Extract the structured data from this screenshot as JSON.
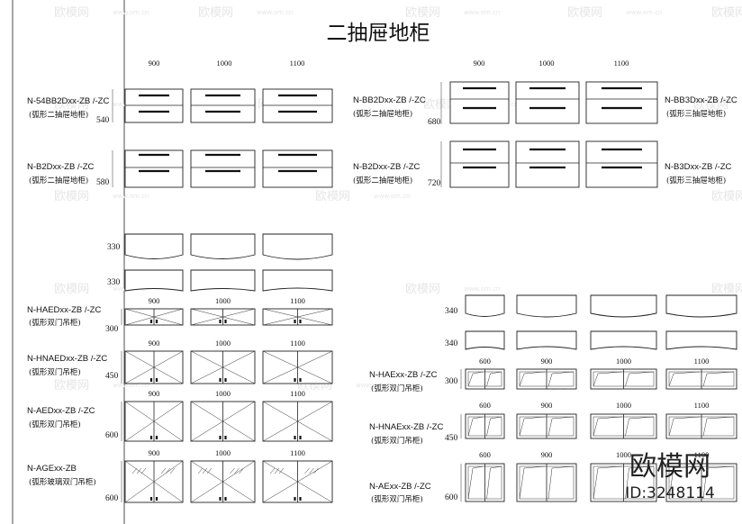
{
  "title": "二抽屉地柜",
  "widths3": [
    "900",
    "1000",
    "1100"
  ],
  "widths4": [
    "600",
    "900",
    "1000",
    "1100"
  ],
  "top_left_1": {
    "code": "N-54BB2Dxx-ZB  /-ZC",
    "desc": "(弧形二抽屉地柜)",
    "height": "540"
  },
  "top_left_2": {
    "code": "N-B2Dxx-ZB  /-ZC",
    "desc": "(弧形二抽屉地柜)",
    "height": "580"
  },
  "top_mid_1": {
    "code": "N-BB2Dxx-ZB  /-ZC",
    "desc": "(弧形二抽屉地柜)",
    "height": "680"
  },
  "top_mid_2": {
    "code": "N-B2Dxx-ZB  /-ZC",
    "desc": "(弧形二抽屉地柜)",
    "height": "720"
  },
  "top_right_1": {
    "code": "N-BB3Dxx-ZB  /-ZC",
    "desc": "(弧形三抽屉地柜)"
  },
  "top_right_2": {
    "code": "N-B3Dxx-ZB  /-ZC",
    "desc": "(弧形三抽屉地柜)"
  },
  "left_plans": [
    "330",
    "330"
  ],
  "left_1": {
    "code": "N-HAEDxx-ZB  /-ZC",
    "desc": "(弧形双门吊柜)",
    "height": "300"
  },
  "left_2": {
    "code": "N-HNAEDxx-ZB  /-ZC",
    "desc": "(弧形双门吊柜)",
    "height": "450"
  },
  "left_3": {
    "code": "N-AEDxx-ZB  /-ZC",
    "desc": "(弧形双门吊柜)",
    "height": "600"
  },
  "left_4": {
    "code": "N-AGExx-ZB",
    "desc": "(弧形玻璃双门吊柜)",
    "height": "600"
  },
  "right_plans": [
    "340",
    "340"
  ],
  "right_1": {
    "code": "N-HAExx-ZB  /-ZC",
    "desc": "(弧形双门吊柜)",
    "height": "300"
  },
  "right_2": {
    "code": "N-HNAExx-ZB  /-ZC",
    "desc": "(弧形双门吊柜)",
    "height": "450"
  },
  "right_3": {
    "code": "N-AExx-ZB  /-ZC",
    "desc": "(弧形双门吊柜)",
    "height": "600"
  },
  "watermark": {
    "brand": "欧模网",
    "site": "www.om.cn",
    "id": "ID:3248114"
  }
}
